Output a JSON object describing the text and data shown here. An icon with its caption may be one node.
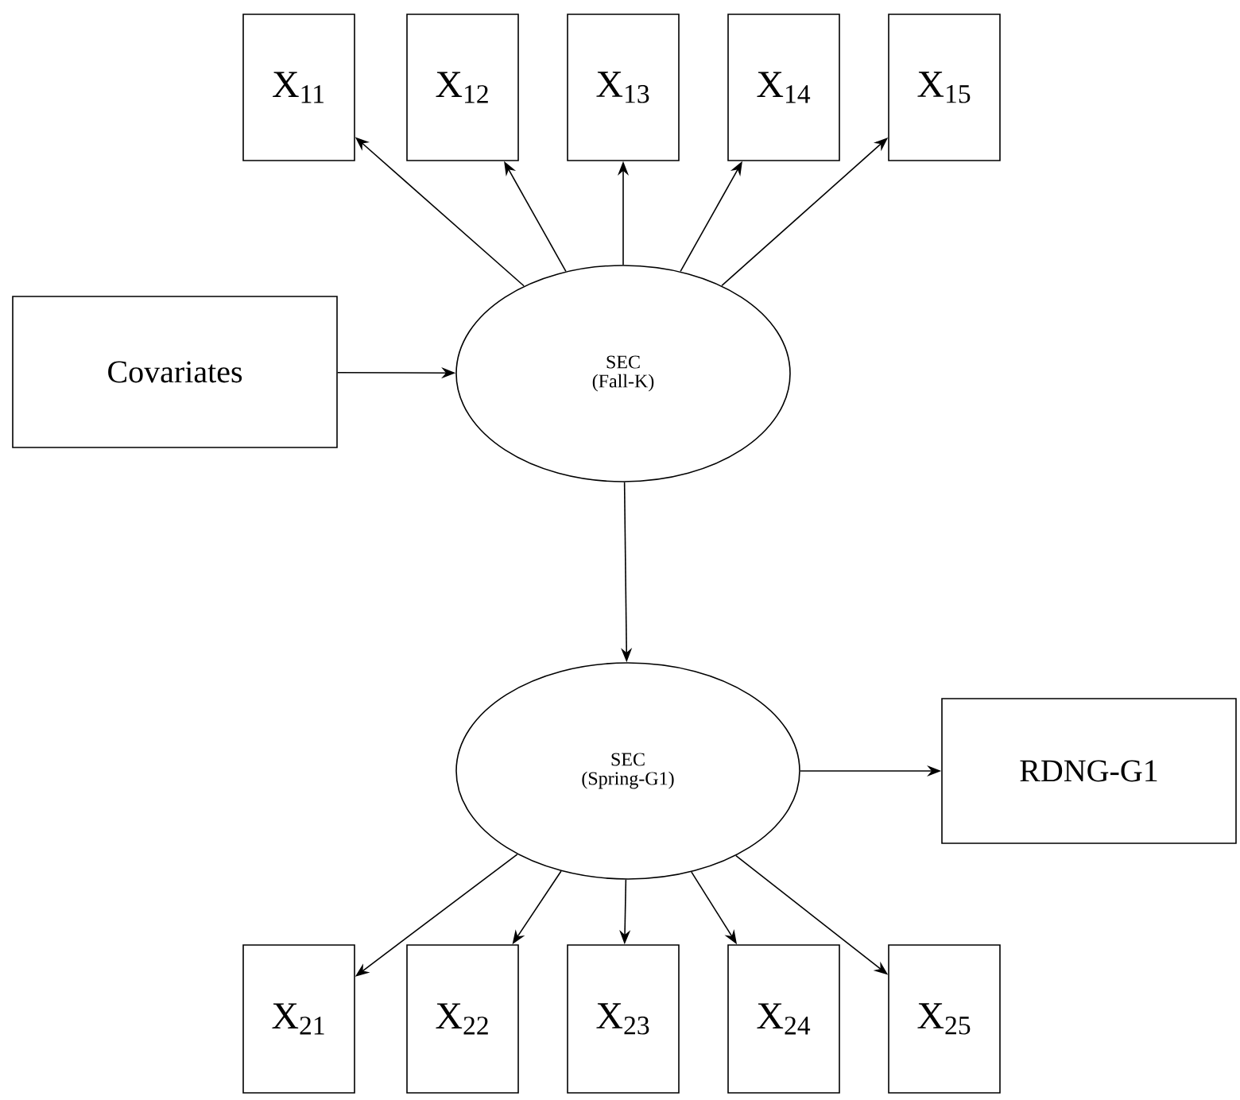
{
  "diagram": {
    "nodes": [
      {
        "text": [
          "X$_{11}$"
        ]
      },
      {
        "text": [
          "X$_{12}$"
        ]
      },
      {
        "text": [
          "X$_{13}$"
        ]
      },
      {
        "text": [
          "X$_{14}$"
        ]
      },
      {
        "text": [
          "X$_{15}$"
        ]
      },
      {
        "text": [
          "Covariates"
        ]
      },
      {
        "text": [
          "SEC (Fall-K)"
        ]
      },
      {
        "text": [
          "SEC (Spring-G1)"
        ]
      },
      {
        "text": [
          "RDNG-G1"
        ]
      },
      {
        "text": [
          "X$_{21}$"
        ]
      },
      {
        "text": [
          "X$_{22}$"
        ]
      },
      {
        "text": [
          "X$_{23}$"
        ]
      },
      {
        "text": [
          "X$_{24}$"
        ]
      },
      {
        "text": [
          "X$_{25}$"
        ]
      }
    ],
    "edges": [
      {
        "from": 6,
        "to": 0,
        "arrow": "to"
      },
      {
        "from": 6,
        "to": 1,
        "arrow": "to"
      },
      {
        "from": 6,
        "to": 2,
        "arrow": "to"
      },
      {
        "from": 6,
        "to": 3,
        "arrow": "to"
      },
      {
        "from": 6,
        "to": 4,
        "arrow": "to"
      },
      {
        "from": 5,
        "to": 6,
        "arrow": "to"
      },
      {
        "from": 6,
        "to": 7,
        "arrow": "to"
      },
      {
        "from": 7,
        "to": 8,
        "arrow": "to"
      },
      {
        "from": 7,
        "to": 9,
        "arrow": "to"
      },
      {
        "from": 7,
        "to": 10,
        "arrow": "to"
      },
      {
        "from": 7,
        "to": 11,
        "arrow": "to"
      },
      {
        "from": 7,
        "to": 12,
        "arrow": "to"
      },
      {
        "from": 7,
        "to": 13,
        "arrow": "to"
      }
    ]
  }
}
